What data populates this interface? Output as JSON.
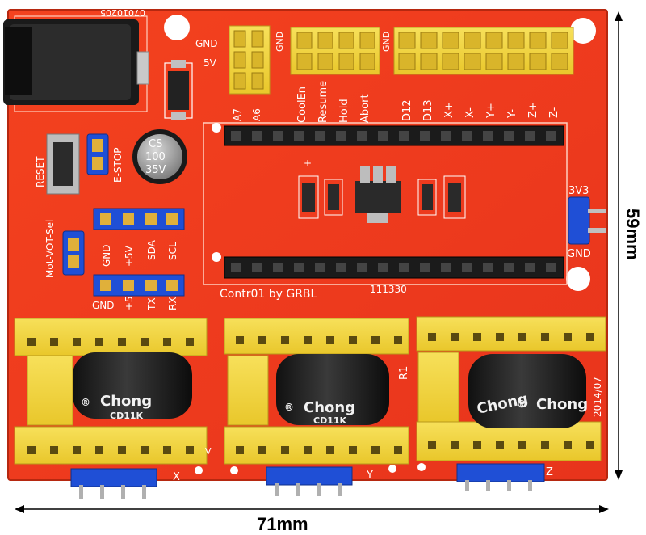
{
  "board": {
    "serial": "07010205",
    "top_labels": [
      "GND",
      "5V",
      "GND",
      "GND"
    ],
    "analog_labels": [
      "A7",
      "A6"
    ],
    "control_labels": [
      "CoolEn",
      "Resume",
      "Hold",
      "Abort"
    ],
    "signal_labels": [
      "D12",
      "D13",
      "X+",
      "X-",
      "Y+",
      "Y-",
      "Z+",
      "Z-"
    ],
    "reset": "RESET",
    "estop": "E-STOP",
    "cap_text": [
      "CS",
      "100",
      "35V"
    ],
    "mot_sel": "Mot-VOT-Sel",
    "i2c_labels": [
      "GND",
      "+5V",
      "SDA",
      "SCL"
    ],
    "uart_labels": [
      "GND",
      "+5",
      "TX",
      "RX"
    ],
    "v33": "3V3",
    "right_gnd": "GND",
    "credit": "Contr01 by GRBL",
    "part_no": "111330",
    "r1": "R1",
    "date": "2014/07",
    "inductor_brand": "Chong",
    "inductor_code": "CD11K",
    "axes": [
      "X",
      "Y",
      "Z"
    ],
    "vlabel": "V",
    "plus": "+",
    "regmark": "®"
  },
  "dimensions": {
    "width": "71mm",
    "height": "59mm"
  },
  "colors": {
    "pcb": "#f0391f",
    "header_yellow": "#f2d43a",
    "header_blue": "#1f4fd6",
    "background": "#ffffff"
  }
}
